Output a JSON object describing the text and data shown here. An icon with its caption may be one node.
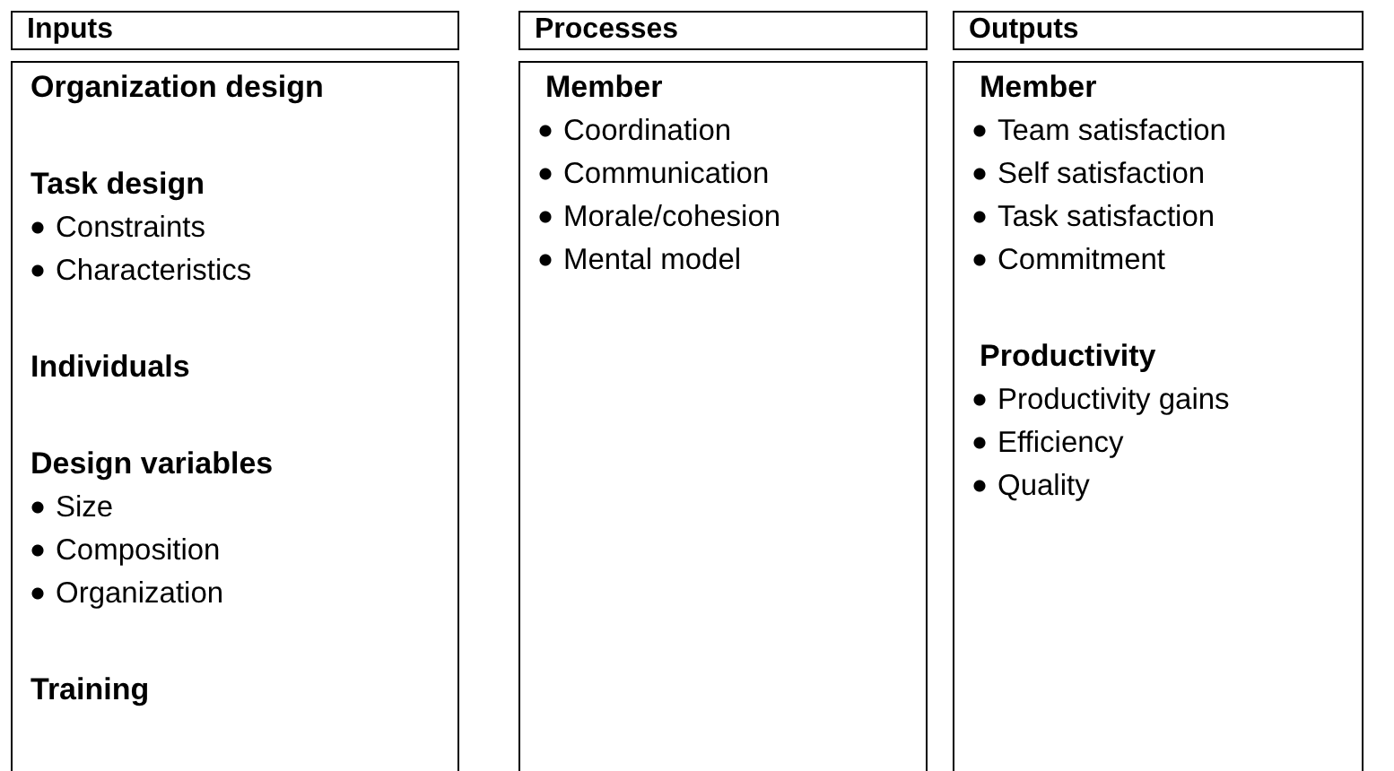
{
  "diagram": {
    "nodes": [
      {
        "text": [
          "Inputs"
        ]
      },
      {
        "text": [
          "Organization design",
          "Task design",
          "Constraints",
          "Characteristics",
          "Individuals",
          "Design variables",
          "Size",
          "Composition",
          "Organization",
          "Training"
        ]
      },
      {
        "text": [
          "Processes"
        ]
      },
      {
        "text": [
          "Member",
          "Coordination",
          "Communication",
          "Morale/cohesion",
          "Mental model"
        ]
      },
      {
        "text": [
          "Outputs"
        ]
      },
      {
        "text": [
          "Member",
          "Team satisfaction",
          "Self satisfaction",
          "Task satisfaction",
          "Commitment",
          "Productivity",
          "Productivity gains",
          "Efficiency",
          "Quality"
        ]
      }
    ],
    "edges": []
  }
}
